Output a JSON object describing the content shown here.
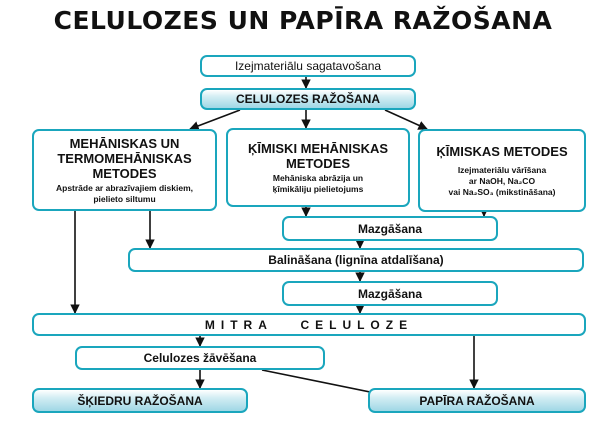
{
  "title": "CELULOZES UN PAPĪRA RAŽOŠANA",
  "nodes": {
    "raw_prep": "Izejmateriālu sagatavošana",
    "cellulose_prod": "CELULOZES RAŽOŠANA",
    "mech": {
      "title": "MEHĀNISKAS UN TERMOMEHĀNISKAS METODES",
      "desc": "Apstrāde ar abrazīvajiem diskiem, pielieto siltumu"
    },
    "chemmech": {
      "title": "ĶĪMISKI MEHĀNISKAS METODES",
      "desc": "Mehāniska abrāzija un ķīmikāliju pielietojums"
    },
    "chem": {
      "title": "ĶĪMISKAS METODES",
      "desc_line1": "Izejmateriālu vārīšana",
      "desc_line2": "ar NaOH, Na₂CO",
      "desc_line3": "vai Na₂SO₃ (mikstināšana)"
    },
    "wash1": "Mazgāšana",
    "bleach": "Balināšana (lignīna atdalīšana)",
    "wash2": "Mazgāšana",
    "wet_pulp": "MITRA   CELULOZE",
    "drying": "Celulozes žāvēšana",
    "fiber_prod": "ŠĶIEDRU RAŽOŠANA",
    "paper_prod": "PAPĪRA RAŽOŠANA"
  }
}
